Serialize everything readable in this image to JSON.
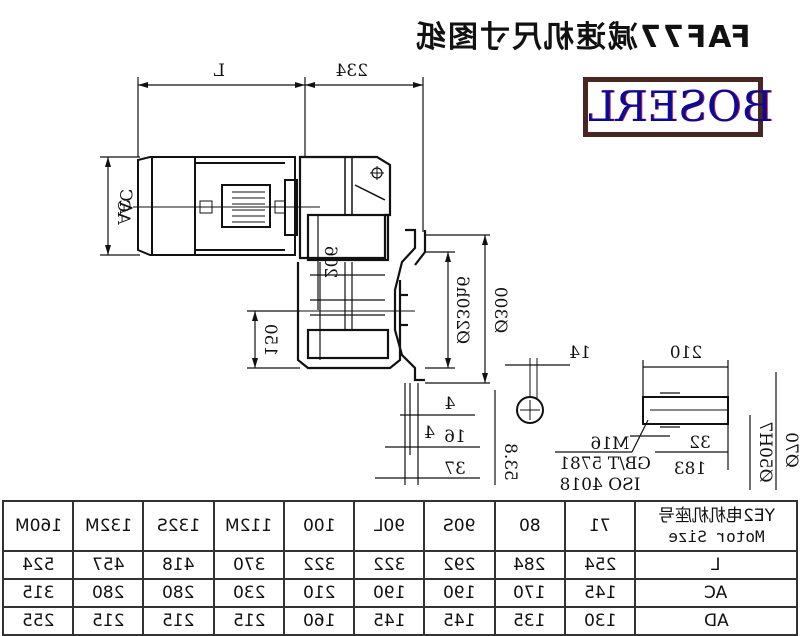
{
  "image_note": "Entire drawing is horizontally mirrored",
  "title": "FAF77减速机尺寸图纸",
  "logo": {
    "text": "BOSERL",
    "text_color": "#0a0a9a",
    "border_color": "#4a2620"
  },
  "drawing": {
    "dimensions": {
      "motor_length": "L",
      "gearbox_length": "234",
      "motor_height": "AC",
      "shaft_offset": "206",
      "flange_offset": "150",
      "flange_spigot": "Ø230h6",
      "flange_outer": "Ø300",
      "d4": "4",
      "d16": "16",
      "d37": "37",
      "keyway_height": "53.8",
      "keyway_width": "14",
      "shaft_length": "210",
      "thread_depth": "32",
      "bore_length": "183",
      "bore_dia": "Ø50H7",
      "outer_dia": "Ø70"
    },
    "thread_note": [
      "M16",
      "GB/T 5781",
      "ISO 4018"
    ]
  },
  "table": {
    "header_label_cn": "YE2电机机座号",
    "header_label_en": "Motor Size",
    "columns": [
      "71",
      "80",
      "90S",
      "90L",
      "100",
      "112M",
      "132S",
      "132M",
      "160M"
    ],
    "rows": [
      {
        "label": "L",
        "values": [
          "254",
          "284",
          "292",
          "322",
          "322",
          "370",
          "418",
          "457",
          "524"
        ]
      },
      {
        "label": "AC",
        "values": [
          "145",
          "170",
          "190",
          "190",
          "210",
          "230",
          "280",
          "280",
          "315"
        ]
      },
      {
        "label": "AD",
        "values": [
          "130",
          "135",
          "145",
          "145",
          "160",
          "215",
          "215",
          "215",
          "255"
        ]
      }
    ]
  }
}
